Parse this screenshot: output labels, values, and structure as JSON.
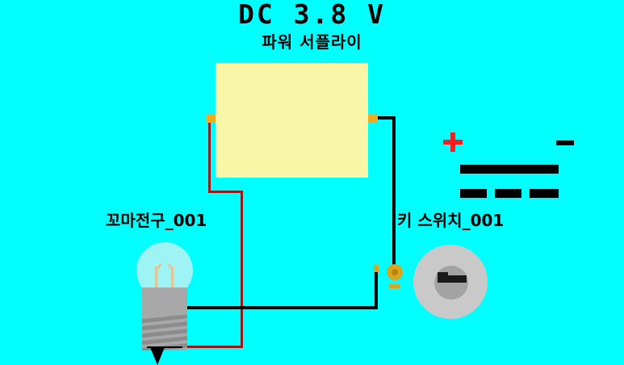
{
  "header": {
    "title": "DC 3.8 V",
    "subtitle": "파워 서플라이"
  },
  "colors": {
    "background": "#00ffff",
    "power_supply_body": "#faf6a8",
    "terminal": "#f4a81d",
    "plus_marker": "#ff1c1c",
    "minus_marker": "#000000",
    "wire_positive": "#9e1a1a",
    "wire_negative": "#000000",
    "bulb_glass": "#9ef4f4",
    "bulb_metal": "#a8a8a8",
    "switch_body": "#c9c9c9",
    "switch_keyhole": "#1a1a1a",
    "switch_terminal": "#d9a520"
  },
  "components": {
    "power_supply": {
      "name": "power-supply",
      "plus_symbol": "+",
      "minus_symbol": "−",
      "terminal_left_polarity": "+",
      "terminal_right_polarity": "−"
    },
    "bulb": {
      "label": "꼬마전구_001",
      "name": "miniature-light-bulb"
    },
    "switch": {
      "label": "키 스위치_001",
      "name": "key-switch"
    }
  },
  "wiring": {
    "positive_path": "power-supply + terminal → bulb base tip",
    "negative_path": "power-supply − terminal → key switch → bulb collar"
  }
}
